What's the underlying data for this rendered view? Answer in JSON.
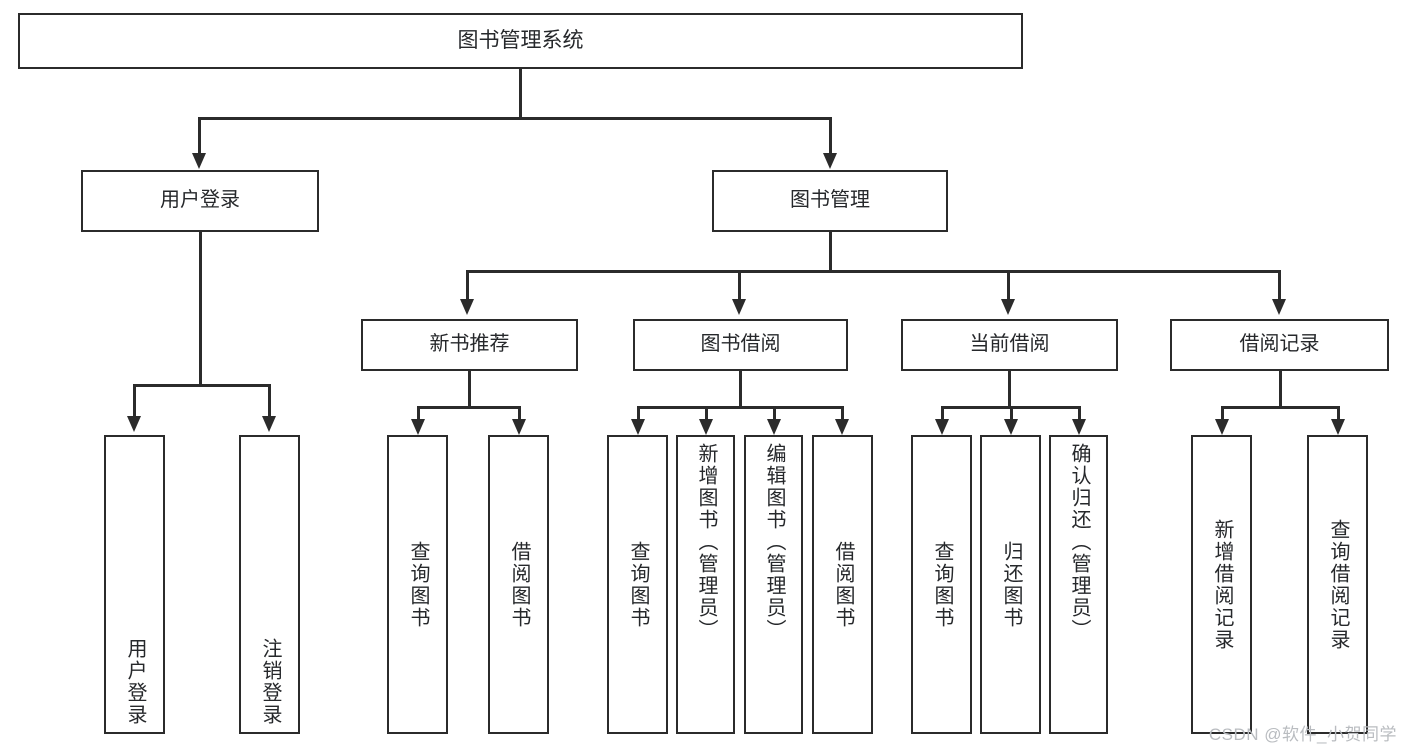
{
  "diagram": {
    "title_node": {
      "label": "图书管理系统"
    },
    "level2": [
      {
        "id": "user-login",
        "label": "用户登录"
      },
      {
        "id": "book-manage",
        "label": "图书管理"
      }
    ],
    "level3": [
      {
        "id": "new-book-recommend",
        "label": "新书推荐"
      },
      {
        "id": "book-borrow",
        "label": "图书借阅"
      },
      {
        "id": "current-borrow",
        "label": "当前借阅"
      },
      {
        "id": "borrow-record",
        "label": "借阅记录"
      }
    ],
    "leaves": {
      "user_login": [
        {
          "id": "leaf-user-login",
          "label": "用户登录"
        },
        {
          "id": "leaf-logout-login",
          "label": "注销登录"
        }
      ],
      "new_book_recommend": [
        {
          "id": "leaf-query-book-1",
          "label": "查询图书"
        },
        {
          "id": "leaf-borrow-book-1",
          "label": "借阅图书"
        }
      ],
      "book_borrow": [
        {
          "id": "leaf-query-book-2",
          "label": "查询图书"
        },
        {
          "id": "leaf-add-book",
          "label": "新增图书（管理员）"
        },
        {
          "id": "leaf-edit-book",
          "label": "编辑图书（管理员）"
        },
        {
          "id": "leaf-borrow-book-2",
          "label": "借阅图书"
        }
      ],
      "current_borrow": [
        {
          "id": "leaf-query-book-3",
          "label": "查询图书"
        },
        {
          "id": "leaf-return-book",
          "label": "归还图书"
        },
        {
          "id": "leaf-confirm-return",
          "label": "确认归还（管理员）"
        }
      ],
      "borrow_record": [
        {
          "id": "leaf-add-record",
          "label": "新增借阅记录"
        },
        {
          "id": "leaf-query-record",
          "label": "查询借阅记录"
        }
      ]
    }
  },
  "watermark": {
    "text": "CSDN @软件_小贺同学"
  },
  "colors": {
    "stroke": "#2b2b2b",
    "text": "#26282b",
    "background": "#ffffff",
    "watermark": "#b9bcc0"
  }
}
